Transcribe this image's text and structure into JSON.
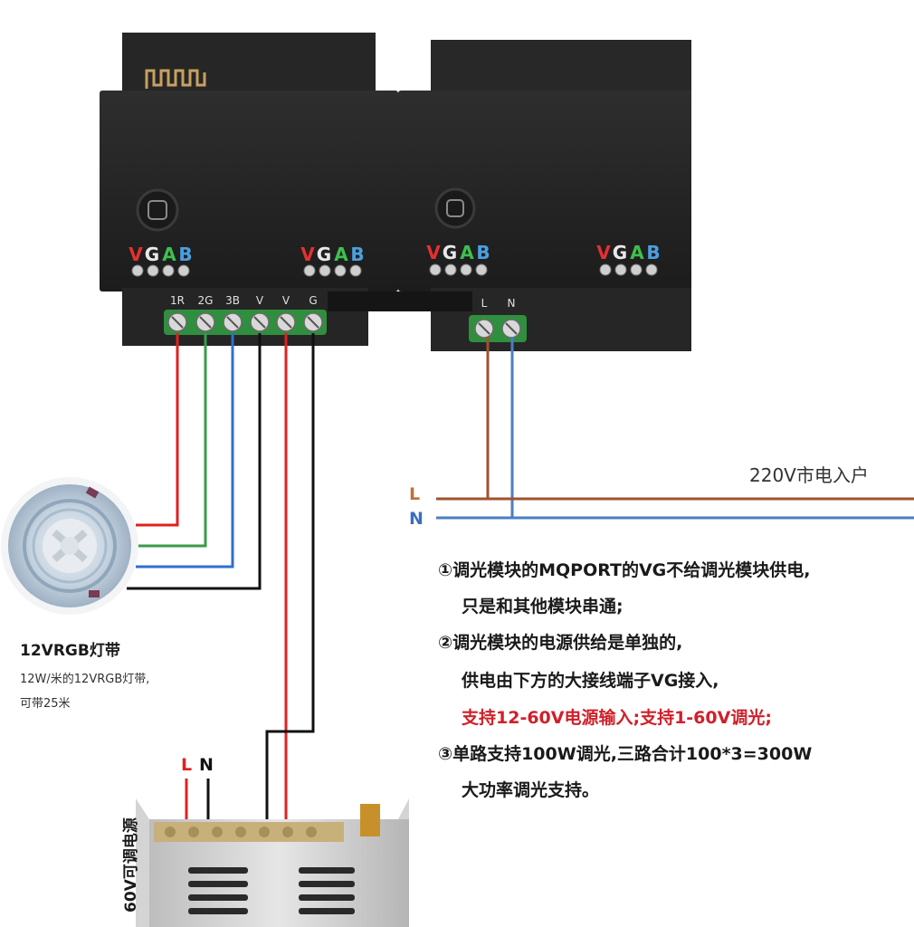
{
  "module_left": {
    "terminal_group_1": [
      "V",
      "G",
      "A",
      "B"
    ],
    "terminal_group_2": [
      "V",
      "G",
      "A",
      "B"
    ],
    "bottom_terminals": [
      "1R",
      "2G",
      "3B",
      "V",
      "V",
      "G"
    ]
  },
  "module_right": {
    "terminal_group_1": [
      "V",
      "G",
      "A",
      "B"
    ],
    "terminal_group_2": [
      "V",
      "G",
      "A",
      "B"
    ],
    "bottom_terminals": [
      "L",
      "N"
    ]
  },
  "mains": {
    "label": "220V市电入户",
    "line_L": "L",
    "line_N": "N"
  },
  "led_strip": {
    "title": "12VRGB灯带",
    "desc_1": "12W/米的12VRGB灯带,",
    "desc_2": "可带25米"
  },
  "power_supply": {
    "label": "60V可调电源",
    "L": "L",
    "N": "N"
  },
  "notes": {
    "line1": "①调光模块的MQPORT的VG不给调光模块供电,",
    "line2": "只是和其他模块串通;",
    "line3": "②调光模块的电源供给是单独的,",
    "line4": "供电由下方的大接线端子VG接入,",
    "line5": "支持12-60V电源输入;支持1-60V调光;",
    "line6": "③单路支持100W调光,三路合计100*3=300W",
    "line7": "大功率调光支持。"
  },
  "colors": {
    "wire_red": "#e02020",
    "wire_green": "#3a9a4a",
    "wire_blue": "#2f6fd0",
    "wire_black": "#111111",
    "wire_brown": "#a0522d",
    "wire_lightblue": "#4a7fc0",
    "label_V": "#e53030",
    "label_G": "#e8e8e8",
    "label_A": "#3fbf4f",
    "label_B": "#4aa0e0",
    "note_highlight": "#d0202a"
  }
}
